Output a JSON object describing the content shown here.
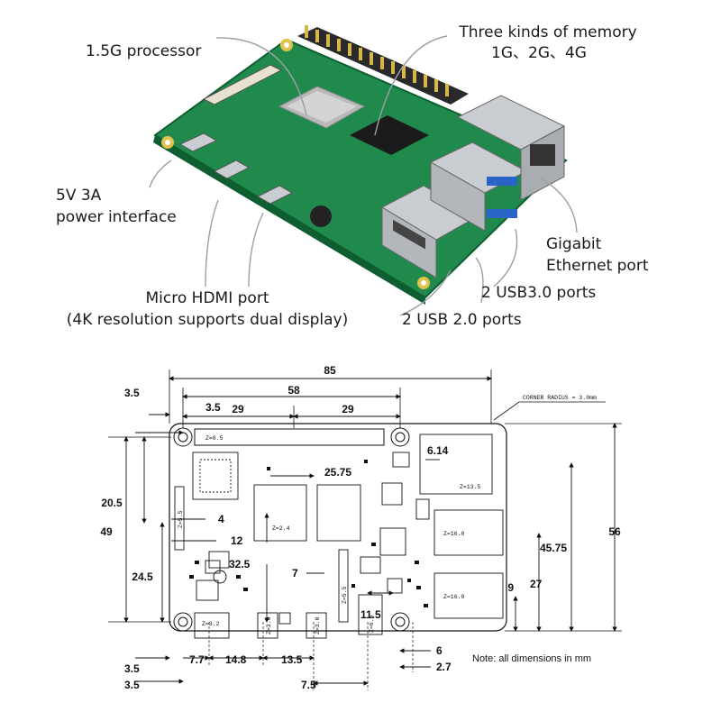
{
  "photo_labels": {
    "processor": "1.5G processor",
    "memory_title": "Three kinds of memory",
    "memory_sizes": "1G、2G、4G",
    "power_line1": "5V 3A",
    "power_line2": "power interface",
    "hdmi_line1": "Micro HDMI port",
    "hdmi_line2": "(4K resolution supports dual display)",
    "usb2": "2 USB 2.0 ports",
    "usb3": "2 USB3.0 ports",
    "eth_line1": "Gigabit",
    "eth_line2": "Ethernet port"
  },
  "drawing": {
    "dimensions": {
      "total_width": "85",
      "hole_spacing": "58",
      "half_left": "29",
      "half_right": "29",
      "edge_top_a": "3.5",
      "edge_top_b": "3.5",
      "edge_bottom_a": "3.5",
      "edge_bottom_b": "3.5",
      "height_total": "49",
      "height_board": "56",
      "h_20_5": "20.5",
      "h_24_5": "24.5",
      "d_4": "4",
      "d_12": "12",
      "d_25_75": "25.75",
      "d_32_5": "32.5",
      "d_7": "7",
      "d_6_14": "6.14",
      "d_45_75": "45.75",
      "d_27": "27",
      "d_9": "9",
      "d_11_5": "11.5",
      "d_7_7": "7.7",
      "d_14_8": "14.8",
      "d_13_5": "13.5",
      "d_7_5": "7.5",
      "d_6": "6",
      "d_2_7": "2.7"
    },
    "z_labels": {
      "z85": "Z=8.5",
      "z24": "Z=2.4",
      "z135": "Z=13.5",
      "z160a": "Z=16.0",
      "z160b": "Z=16.0",
      "z32": "Z=3.2",
      "z30a": "Z=3.0",
      "z30b": "Z=3.0",
      "z55a": "Z=5.5",
      "z55b": "Z=5.5",
      "z60": "Z=6.0"
    },
    "corner_radius": "CORNER RADIUS = 3.0mm",
    "note": "Note: all dimensions in mm"
  },
  "colors": {
    "pcb_green": "#1f8a4c",
    "pcb_dark": "#0e5e31",
    "metal": "#c9ccd0",
    "usb3_blue": "#2a64c8",
    "ink": "#111111"
  }
}
